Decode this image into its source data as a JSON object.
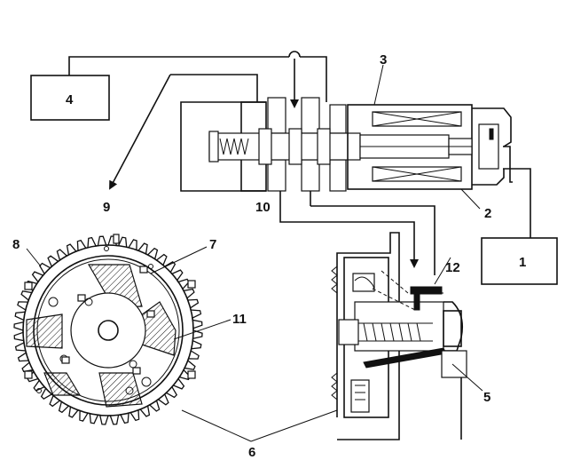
{
  "diagram": {
    "callouts": [
      {
        "id": "1",
        "text": "1"
      },
      {
        "id": "2",
        "text": "2"
      },
      {
        "id": "3",
        "text": "3"
      },
      {
        "id": "4",
        "text": "4"
      },
      {
        "id": "5",
        "text": "5"
      },
      {
        "id": "6",
        "text": "6"
      },
      {
        "id": "7",
        "text": "7"
      },
      {
        "id": "8",
        "text": "8"
      },
      {
        "id": "9",
        "text": "9"
      },
      {
        "id": "10",
        "text": "10"
      },
      {
        "id": "11",
        "text": "11"
      },
      {
        "id": "12",
        "text": "12"
      }
    ],
    "sprocket_teeth": 52,
    "colors": {
      "ink": "#111111",
      "paper": "#ffffff"
    }
  }
}
